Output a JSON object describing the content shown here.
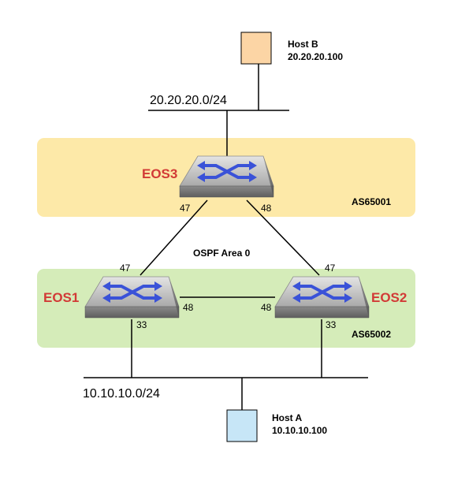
{
  "colors": {
    "as65001_zone": "#fde9a8",
    "as65002_zone": "#d5ecb9",
    "switch_label": "#d23a36",
    "host_b": "#fcd5a5",
    "host_a": "#c7e6f7",
    "arrow": "#3a52d8"
  },
  "host_b": {
    "name": "Host B",
    "ip": "20.20.20.100",
    "icon": "host-box"
  },
  "host_a": {
    "name": "Host A",
    "ip": "10.10.10.100",
    "icon": "host-box"
  },
  "networks": {
    "top": "20.20.20.0/24",
    "bottom": "10.10.10.0/24"
  },
  "zones": {
    "upper": "AS65001",
    "lower": "AS65002"
  },
  "ospf_label": "OSPF Area 0",
  "switches": {
    "eos3": {
      "name": "EOS3",
      "icon": "switch-icon",
      "port_left": "47",
      "port_right": "48"
    },
    "eos1": {
      "name": "EOS1",
      "icon": "switch-icon",
      "port_top": "47",
      "port_right": "48",
      "port_bottom": "33"
    },
    "eos2": {
      "name": "EOS2",
      "icon": "switch-icon",
      "port_top": "47",
      "port_left": "48",
      "port_bottom": "33"
    }
  }
}
